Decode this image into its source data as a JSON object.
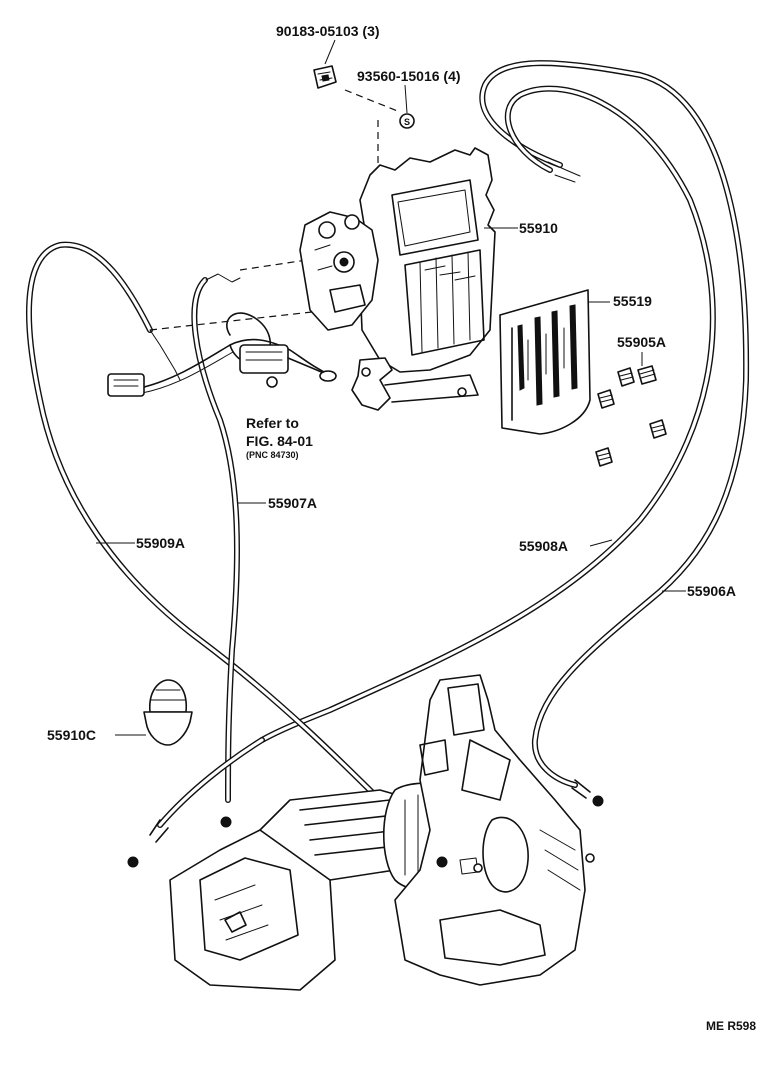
{
  "parts": {
    "screw": "90183-05103 (3)",
    "clip": "93560-15016 (4)",
    "control_assy": "55910",
    "cover": "55519",
    "knob": "55905A",
    "cable_55907a": "55907A",
    "cable_55909a": "55909A",
    "cable_55908a": "55908A",
    "cable_55906a": "55906A",
    "grommet": "55910C"
  },
  "clip_symbol": "S",
  "reference": {
    "line1": "Refer to",
    "line2": "FIG. 84-01",
    "pnc": "(PNC 84730)"
  },
  "drawing_code": "ME R598",
  "colors": {
    "ink": "#111111",
    "paper": "#ffffff"
  }
}
